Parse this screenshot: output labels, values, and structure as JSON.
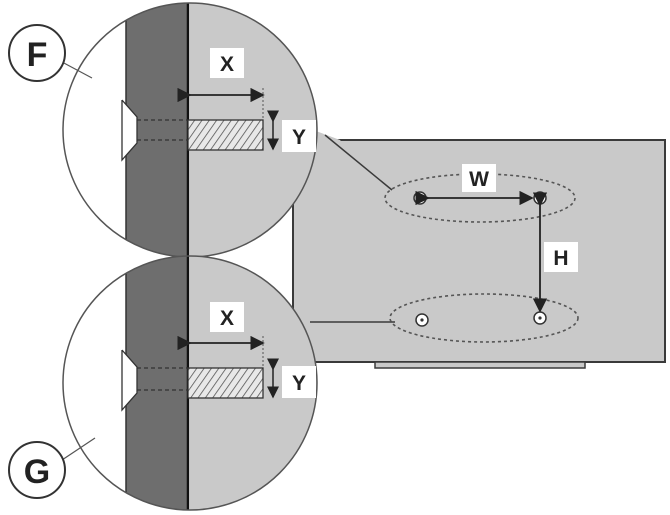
{
  "detail_top": {
    "callout": "F",
    "length_label": "X",
    "diameter_label": "Y"
  },
  "detail_bottom": {
    "callout": "G",
    "length_label": "X",
    "diameter_label": "Y"
  },
  "tv_back": {
    "width_label": "W",
    "height_label": "H"
  },
  "colors": {
    "panel": "#c9c9c9",
    "wall": "#6e6e6e",
    "outline": "#3a3a3a",
    "label_box": "#ffffff"
  }
}
